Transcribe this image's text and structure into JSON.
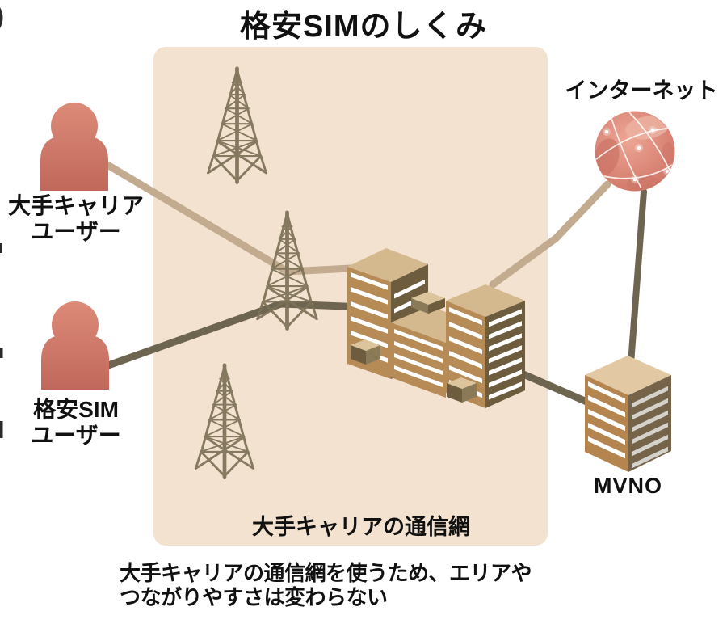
{
  "title": "格安SIMのしくみ",
  "diagram": {
    "internet": {
      "label": "インターネット",
      "icon": "globe-icon"
    },
    "mvno": {
      "label": "MVNO",
      "icon": "server-building-icon"
    },
    "carrier_user": {
      "label_line1": "大手キャリア",
      "label_line2": "ユーザー",
      "icon": "person-icon"
    },
    "sim_user": {
      "label_line1": "格安SIM",
      "label_line2": "ユーザー",
      "icon": "person-icon"
    },
    "network_box": {
      "label": "大手キャリアの通信網"
    },
    "other_icons": [
      "radio-tower-icon",
      "office-building-icon"
    ]
  },
  "caption": {
    "line1": "大手キャリアの通信網を使うため、エリアや",
    "line2": "つながりやすさは変わらない"
  },
  "colors": {
    "background": "#ffffff",
    "network_box": "#f3e2d0",
    "person": "#d07b6c",
    "tower": "#7c7257",
    "line_carrier_user": "#c2ab8f",
    "line_sim_user": "#6e6550",
    "building_front": "#b78b55",
    "building_top": "#d4b98f",
    "building_side": "#6d5c3e",
    "mvno_front": "#b5854f",
    "mvno_side": "#75644a",
    "mvno_top": "#e3c9a3",
    "globe": "#d98175",
    "text": "#111111"
  }
}
